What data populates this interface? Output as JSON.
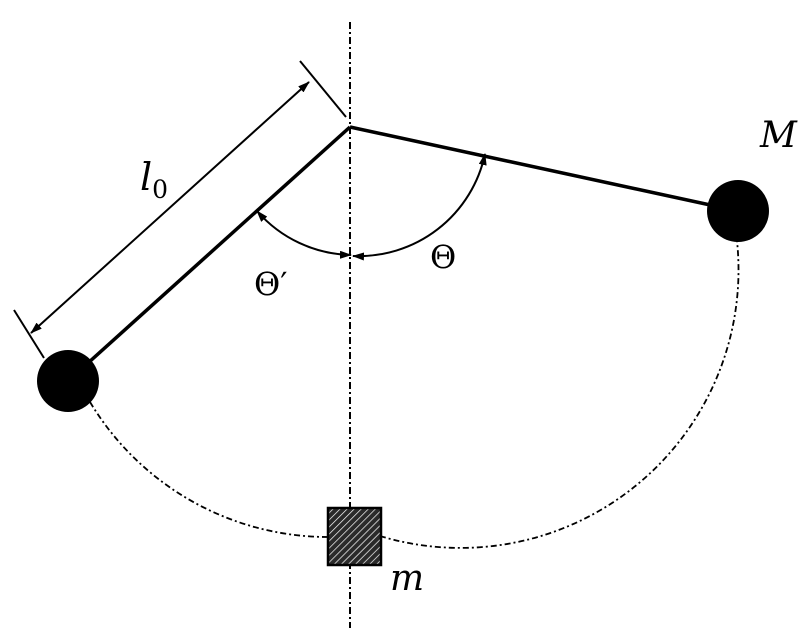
{
  "labels": {
    "length": "l",
    "length_subscript": "0",
    "mass_large": "M",
    "mass_small": "m",
    "angle_theta": "Θ",
    "angle_theta_prime": "Θ′"
  },
  "colors": {
    "ink": "#000000",
    "background": "#ffffff"
  }
}
